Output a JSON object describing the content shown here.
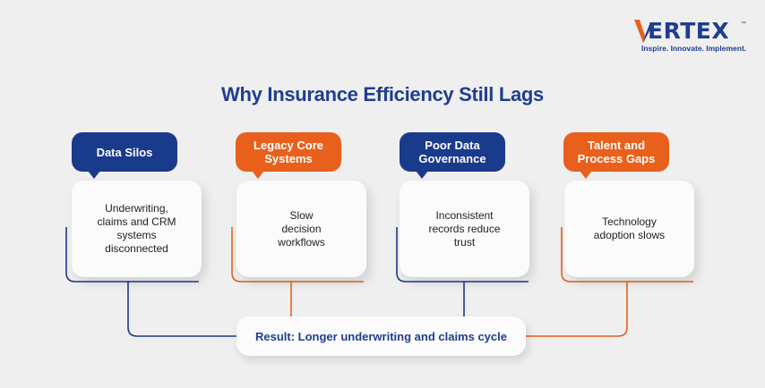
{
  "brand": {
    "name": "VERTEX",
    "name_rest": "ERTEX",
    "trademark": "™",
    "tagline": "Inspire. Innovate. Implement.",
    "colors": {
      "blue": "#1f3e8f",
      "orange": "#e8601c"
    }
  },
  "title": "Why Insurance Efficiency Still Lags",
  "columns": [
    {
      "label": "Data Silos",
      "text": "Underwriting,\nclaims and CRM\nsystems\ndisconnected",
      "color": "blue"
    },
    {
      "label": "Legacy Core\nSystems",
      "text": "Slow\ndecision\nworkflows",
      "color": "orange"
    },
    {
      "label": "Poor Data\nGovernance",
      "text": "Inconsistent\nrecords reduce\ntrust",
      "color": "blue"
    },
    {
      "label": "Talent and\nProcess Gaps",
      "text": "Technology\nadoption slows",
      "color": "orange"
    }
  ],
  "result": "Result: Longer underwriting and claims cycle"
}
